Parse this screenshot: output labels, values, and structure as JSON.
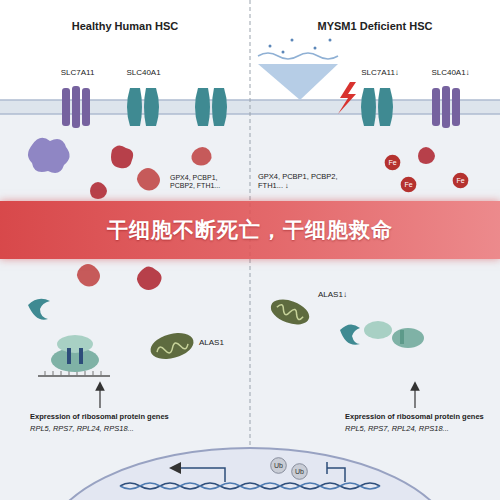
{
  "diagram": {
    "nodes": [
      {
        "text": [
          "Fe"
        ]
      },
      {
        "text": [
          "Fe"
        ]
      },
      {
        "text": [
          "Fe"
        ]
      },
      {
        "text": [
          "干细胞不断死亡，干细胞救命"
        ]
      },
      {
        "text": [
          "Ub"
        ]
      },
      {
        "text": [
          "Ub"
        ]
      }
    ],
    "labels": [
      "Healthy Human HSC",
      "MYSM1 Deficient HSC",
      "SLC7A11",
      "SLC40A1",
      "SLC7A11↓",
      "SLC40A1↓",
      "GPX4, PCBP1, PCBP2, FTH1...",
      "GPX4, PCBP1, PCBP2, FTH1... ↓",
      "ALAS1",
      "ALAS1↓",
      "Expression of ribosomal protein genes",
      "RPL5, RPS7, RPL24, RPS18...",
      "Expression of ribosomal protein genes",
      "RPL5, RPS7, RPL24, RPS18..."
    ]
  }
}
